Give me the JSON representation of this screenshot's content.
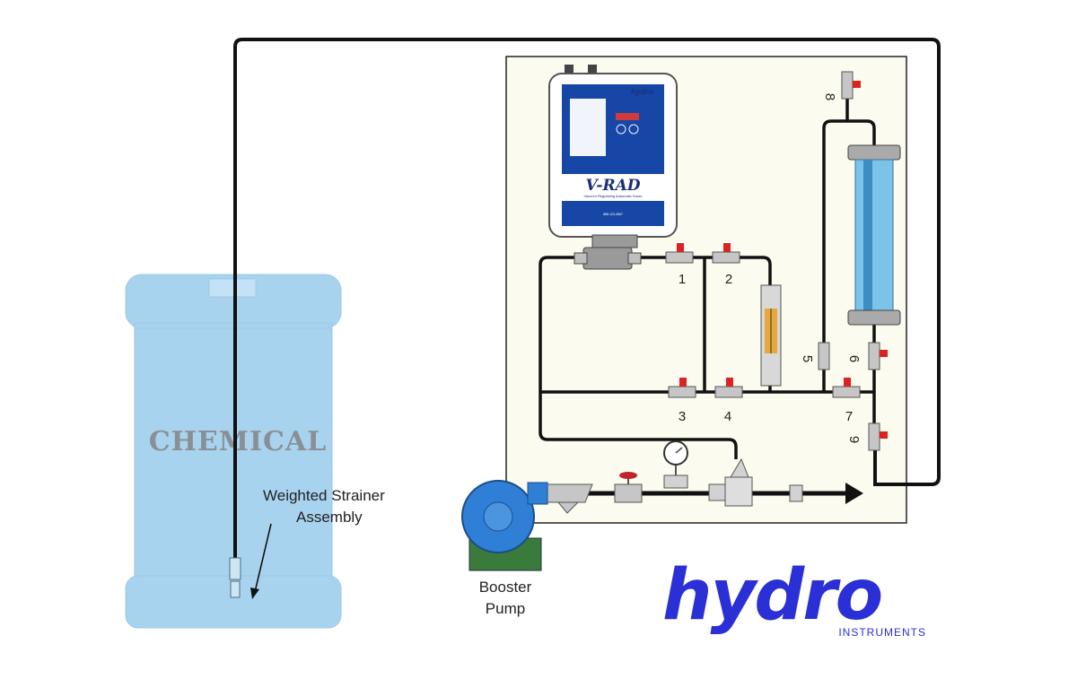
{
  "tank": {
    "label": "CHEMICAL"
  },
  "strainer": {
    "label_line1": "Weighted Strainer",
    "label_line2": "Assembly"
  },
  "pump": {
    "label_line1": "Booster",
    "label_line2": "Pump"
  },
  "controller": {
    "brand": "hydro",
    "title": "V-RAD",
    "subtitle": "Vacuum Regulating Automatic Doser",
    "footer": "888-123-4567"
  },
  "valves": {
    "v1": "1",
    "v2": "2",
    "v3": "3",
    "v4": "4",
    "v5": "5",
    "v6": "6",
    "v7": "7",
    "v8": "8",
    "v9": "9"
  },
  "logo": {
    "word": "hydro",
    "sub": "INSTRUMENTS"
  },
  "colors": {
    "tank": "#a8d3ee",
    "pump": "#2f7fd6",
    "logo": "#2b2fd6",
    "panel": "#fbfbef",
    "controller": "#1747a6"
  }
}
